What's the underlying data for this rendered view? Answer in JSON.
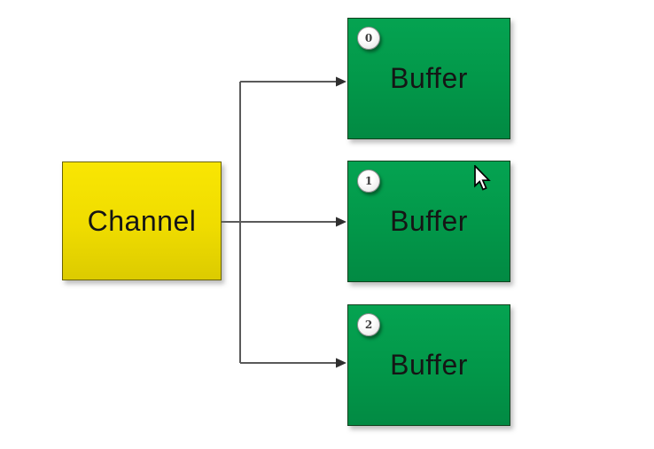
{
  "diagram": {
    "channel": {
      "label": "Channel"
    },
    "buffers": [
      {
        "badge": "0",
        "label": "Buffer"
      },
      {
        "badge": "1",
        "label": "Buffer"
      },
      {
        "badge": "2",
        "label": "Buffer"
      }
    ],
    "colors": {
      "channel_fill": "#f2e000",
      "channel_border": "#6b6400",
      "buffer_fill": "#029a4a",
      "buffer_border": "#12411e",
      "connector": "#5a5a5a",
      "arrowhead": "#2f2f2f",
      "text": "#151515",
      "background": "#ffffff"
    }
  }
}
